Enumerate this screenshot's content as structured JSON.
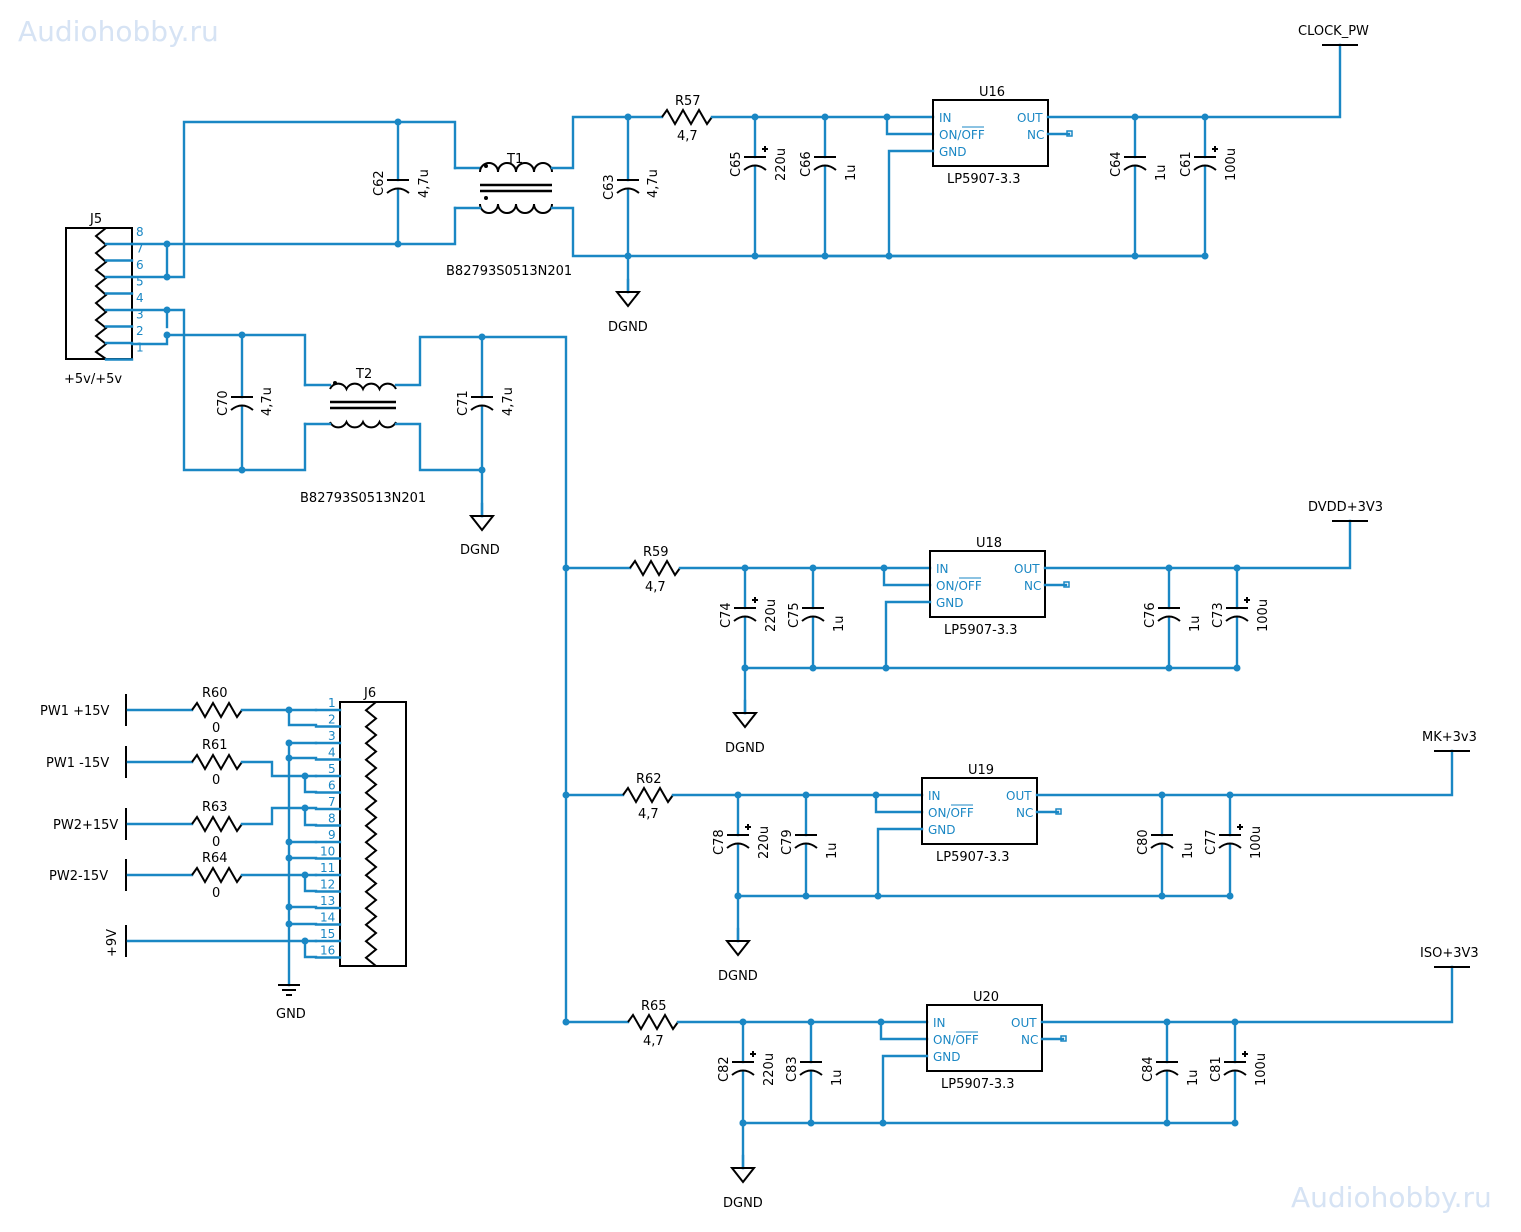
{
  "watermark": "Audiohobby.ru",
  "nets": {
    "dgnd": "DGND",
    "gnd": "GND",
    "clock": "CLOCK_PW",
    "dvdd": "DVDD+3V3",
    "mk": "MK+3v3",
    "iso": "ISO+3V3"
  },
  "j5": {
    "ref": "J5",
    "label": "+5v/+5v",
    "pins": [
      "8",
      "7",
      "6",
      "5",
      "4",
      "3",
      "2",
      "1"
    ]
  },
  "j6": {
    "ref": "J6",
    "pins": [
      "1",
      "2",
      "3",
      "4",
      "5",
      "6",
      "7",
      "8",
      "9",
      "10",
      "11",
      "12",
      "13",
      "14",
      "15",
      "16"
    ]
  },
  "transformers": [
    {
      "ref": "T1",
      "part": "B82793S0513N201"
    },
    {
      "ref": "T2",
      "part": "B82793S0513N201"
    }
  ],
  "inputs": [
    "PW1 +15V",
    "PW1 -15V",
    "PW2+15V",
    "PW2-15V",
    "+9V"
  ],
  "input_res": [
    {
      "ref": "R60",
      "value": "0"
    },
    {
      "ref": "R61",
      "value": "0"
    },
    {
      "ref": "R63",
      "value": "0"
    },
    {
      "ref": "R64",
      "value": "0"
    }
  ],
  "caps_in": [
    {
      "ref": "C62",
      "value": "4,7u"
    },
    {
      "ref": "C63",
      "value": "4,7u"
    },
    {
      "ref": "C70",
      "value": "4,7u"
    },
    {
      "ref": "C71",
      "value": "4,7u"
    }
  ],
  "regulators": [
    {
      "ref": "U16",
      "part": "LP5907-3.3",
      "pins": [
        "IN",
        "ON/OFF",
        "GND",
        "OUT",
        "NC"
      ],
      "res": {
        "ref": "R57",
        "value": "4,7"
      },
      "c_in_big": {
        "ref": "C65",
        "value": "220u"
      },
      "c_in_small": {
        "ref": "C66",
        "value": "1u"
      },
      "c_out_small": {
        "ref": "C64",
        "value": "1u"
      },
      "c_out_big": {
        "ref": "C61",
        "value": "100u"
      }
    },
    {
      "ref": "U18",
      "part": "LP5907-3.3",
      "pins": [
        "IN",
        "ON/OFF",
        "GND",
        "OUT",
        "NC"
      ],
      "res": {
        "ref": "R59",
        "value": "4,7"
      },
      "c_in_big": {
        "ref": "C74",
        "value": "220u"
      },
      "c_in_small": {
        "ref": "C75",
        "value": "1u"
      },
      "c_out_small": {
        "ref": "C76",
        "value": "1u"
      },
      "c_out_big": {
        "ref": "C73",
        "value": "100u"
      }
    },
    {
      "ref": "U19",
      "part": "LP5907-3.3",
      "pins": [
        "IN",
        "ON/OFF",
        "GND",
        "OUT",
        "NC"
      ],
      "res": {
        "ref": "R62",
        "value": "4,7"
      },
      "c_in_big": {
        "ref": "C78",
        "value": "220u"
      },
      "c_in_small": {
        "ref": "C79",
        "value": "1u"
      },
      "c_out_small": {
        "ref": "C80",
        "value": "1u"
      },
      "c_out_big": {
        "ref": "C77",
        "value": "100u"
      }
    },
    {
      "ref": "U20",
      "part": "LP5907-3.3",
      "pins": [
        "IN",
        "ON/OFF",
        "GND",
        "OUT",
        "NC"
      ],
      "res": {
        "ref": "R65",
        "value": "4,7"
      },
      "c_in_big": {
        "ref": "C82",
        "value": "220u"
      },
      "c_in_small": {
        "ref": "C83",
        "value": "1u"
      },
      "c_out_small": {
        "ref": "C84",
        "value": "1u"
      },
      "c_out_big": {
        "ref": "C81",
        "value": "100u"
      }
    }
  ]
}
